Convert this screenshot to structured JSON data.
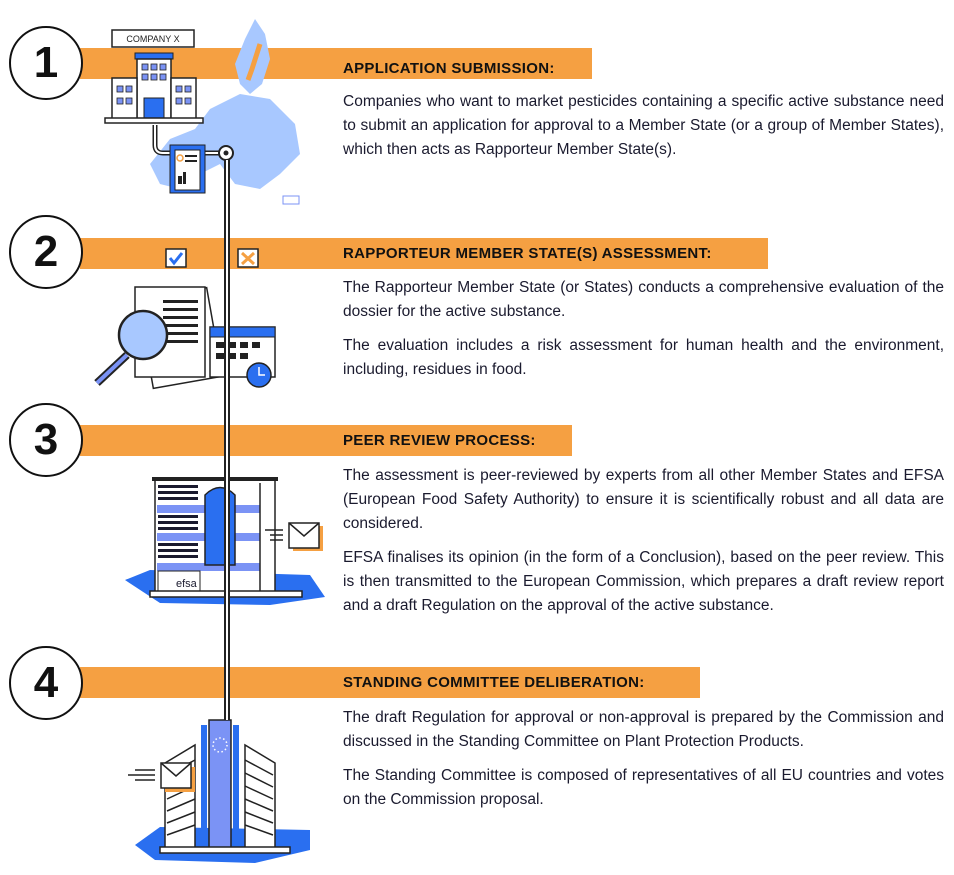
{
  "steps": [
    {
      "number": "1",
      "title": "APPLICATION SUBMISSION:",
      "paragraphs": [
        "Companies who want to market pesticides containing a specific active substance need to submit an application for approval to a Member State (or a group of Member States), which then acts as Rapporteur Member State(s)."
      ]
    },
    {
      "number": "2",
      "title": "RAPPORTEUR MEMBER STATE(S) ASSESSMENT:",
      "paragraphs": [
        "The Rapporteur Member State (or States) conducts a comprehensive evaluation of the dossier for the active substance.",
        "The evaluation includes a risk assessment for human health and the environment, including, residues in food."
      ]
    },
    {
      "number": "3",
      "title": "PEER REVIEW PROCESS:",
      "paragraphs": [
        "The assessment is peer-reviewed by experts from all other Member States and EFSA (European Food Safety Authority) to ensure it is scientifically robust and all data are considered.",
        "EFSA finalises its opinion (in the form of a Conclusion), based on the peer review. This is then transmitted to the European Commission, which prepares a draft review report and a draft Regulation on the approval of the active substance."
      ]
    },
    {
      "number": "4",
      "title": "STANDING COMMITTEE DELIBERATION:",
      "paragraphs": [
        "The draft Regulation for approval or non-approval is prepared by the Commission and  discussed in the Standing Committee on Plant Protection Products.",
        "The Standing Committee is composed of representatives of all EU countries and votes on the Commission proposal."
      ]
    }
  ],
  "illustrations": {
    "company_sign": "COMPANY X",
    "efsa_logo": "efsa"
  },
  "colors": {
    "orange": "#f5a042",
    "blue": "#2a6ff0",
    "light_blue": "#a8c8ff",
    "periwinkle": "#7b93f5"
  }
}
